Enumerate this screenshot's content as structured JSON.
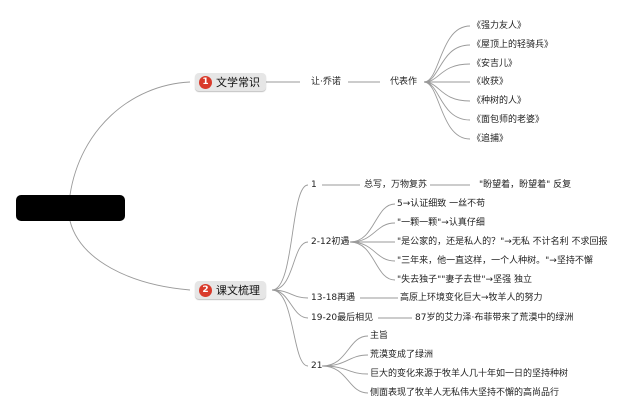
{
  "section1": {
    "number": "1",
    "label": "文学常识",
    "author": "让·乔诺",
    "works_label": "代表作",
    "works": [
      "《强力友人》",
      "《屋顶上的轻骑兵》",
      "《安吉儿》",
      "《收获》",
      "《种树的人》",
      "《面包师的老婆》",
      "《追捕》"
    ]
  },
  "section2": {
    "number": "2",
    "label": "课文梳理",
    "b1": {
      "label": "1",
      "text": "总写，万物复苏",
      "detail": "\"盼望着，盼望着\" 反复"
    },
    "b2": {
      "label": "2-12初遇",
      "items": [
        "5→认证细致 一丝不苟",
        "\"一颗一颗\"→认真仔细",
        "\"是公家的，还是私人的？\"→无私 不计名利 不求回报",
        "\"三年来，他一直这样，一个人种树。\"→坚持不懈",
        "\"失去独子\"\"妻子去世\"→坚强 独立"
      ]
    },
    "b3": {
      "label": "13-18再遇",
      "text": "高原上环境变化巨大→牧羊人的努力"
    },
    "b4": {
      "label": "19-20最后相见",
      "text": "87岁的艾力泽·布菲带来了荒漠中的绿洲"
    },
    "b5": {
      "label": "21",
      "items": [
        "主旨",
        "荒漠变成了绿洲",
        "巨大的变化来源于牧羊人几十年如一日的坚持种树",
        "侧面表现了牧羊人无私伟大坚持不懈的高尚品行"
      ]
    }
  },
  "colors": {
    "line": "#9a9a9a",
    "badge": "#d93a2b",
    "topic_bg": "#e6e6e6",
    "root": "#000000"
  }
}
